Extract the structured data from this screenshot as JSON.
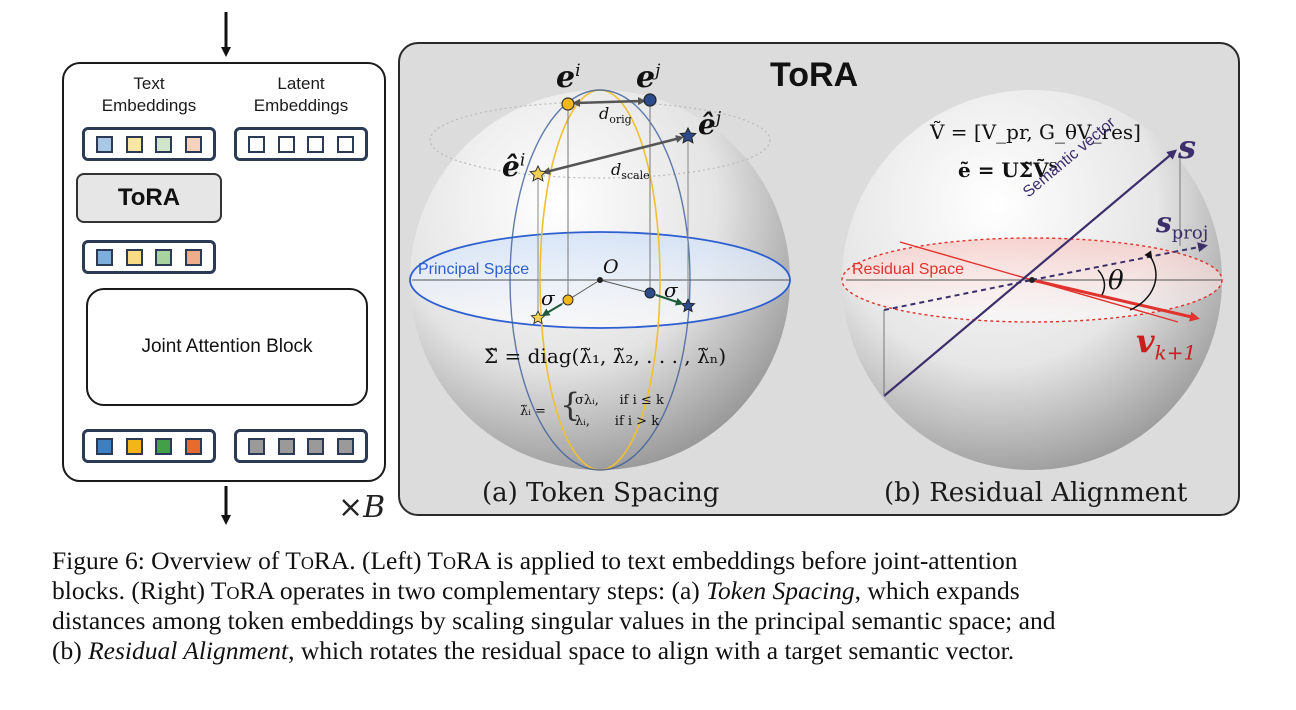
{
  "left": {
    "text_embeddings_label": "Text\nEmbeddings",
    "latent_embeddings_label": "Latent\nEmbeddings",
    "tora_label": "ToRA",
    "joint_block_label": "Joint Attention Block",
    "repeat_label": "×B",
    "colors": {
      "text_tokens_faded": [
        "#a9c8e6",
        "#fbe6a6",
        "#cfe6c8",
        "#f6d2bf"
      ],
      "text_tokens_mid": [
        "#7eaedb",
        "#f9db85",
        "#a9d39c",
        "#f0ad89"
      ],
      "text_tokens_full": [
        "#3c7fc2",
        "#f3b619",
        "#43a047",
        "#e86a2c"
      ],
      "latent_tokens": [
        "#ffffff",
        "#ffffff",
        "#ffffff",
        "#ffffff"
      ],
      "latent_tokens_out": [
        "#9a9a9a",
        "#9a9a9a",
        "#9a9a9a",
        "#9a9a9a"
      ]
    }
  },
  "panel": {
    "title": "ToRA",
    "sub_a": "(a) Token Spacing",
    "sub_b": "(b) Residual Alignment",
    "sphere_a": {
      "e_i": "e",
      "e_i_sup": "i",
      "e_j": "e",
      "e_j_sup": "j",
      "e_hat_i": "ê",
      "e_hat_i_sup": "i",
      "e_hat_j": "ê",
      "e_hat_j_sup": "j",
      "d_orig": "d",
      "d_orig_sub": "orig",
      "d_scale": "d",
      "d_scale_sub": "scale",
      "principal_space": "Principal Space",
      "origin": "O",
      "sigma": "σ",
      "sigma_eq": "Σ̃ = diag(λ̃₁, λ̃₂, . . . , λ̃ₙ)",
      "lambda_lhs": "λ̃ᵢ =",
      "case1": "σλᵢ,     if i ≤ k",
      "case2": "λᵢ,      if i > k"
    },
    "sphere_b": {
      "v_eq": "Ṽ = [V_pr, G_θV_res]",
      "e_eq": "ẽ = UΣ̃Ṽᵀ",
      "s_label": "s",
      "s_proj": "s",
      "s_proj_sub": "proj",
      "semantic_vector": "Semantic vector",
      "residual_space": "Residual Space",
      "theta": "θ",
      "v_label": "v",
      "v_sub": "k+1"
    }
  },
  "caption": {
    "line1_a": "Figure 6: Overview of T",
    "line1_sc1": "o",
    "line1_b": "RA. (Left) T",
    "line1_sc2": "o",
    "line1_c": "RA is applied to text embeddings before joint-attention",
    "line2_a": "blocks. (Right) T",
    "line2_sc": "o",
    "line2_b": "RA operates in two complementary steps: (a) ",
    "line2_em": "Token Spacing",
    "line2_c": ", which expands",
    "line3": "distances among token embeddings by scaling singular values in the principal semantic space; and",
    "line4_a": "(b) ",
    "line4_em": "Residual Alignment",
    "line4_b": ", which rotates the residual space to align with a target semantic vector."
  }
}
